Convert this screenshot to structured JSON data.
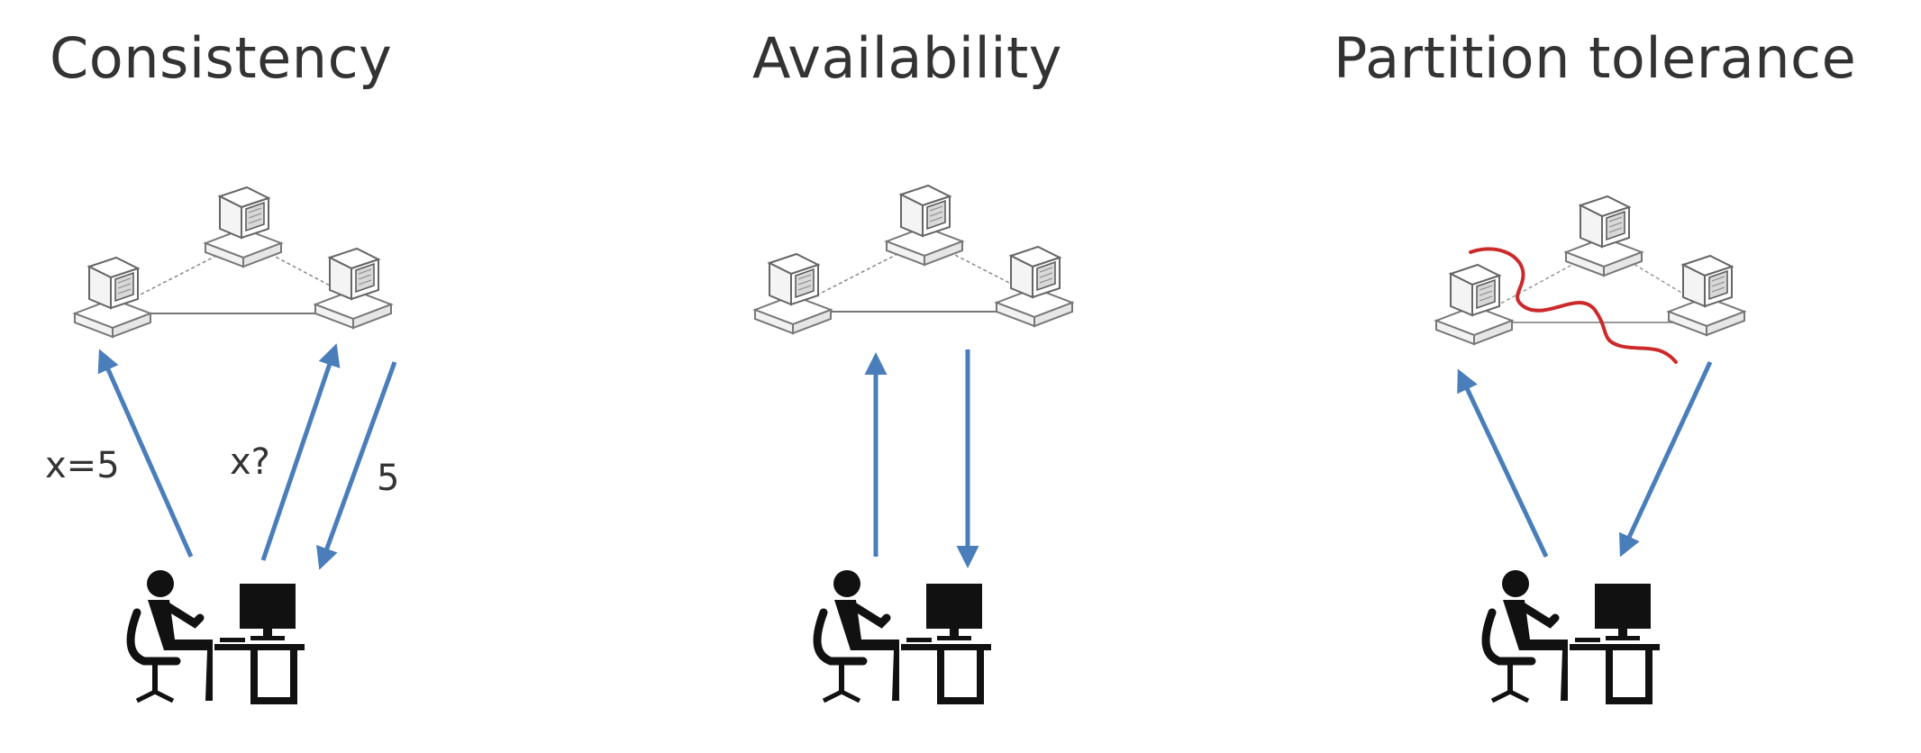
{
  "panels": [
    {
      "title": "Consistency"
    },
    {
      "title": "Availability"
    },
    {
      "title": "Partition tolerance"
    }
  ],
  "labels": {
    "write": "x=5",
    "read": "x?",
    "reply": "5"
  },
  "colors": {
    "arrow": "#4a7ebb",
    "partition": "#cc2a2a",
    "text": "#333333",
    "icon": "#111111"
  }
}
